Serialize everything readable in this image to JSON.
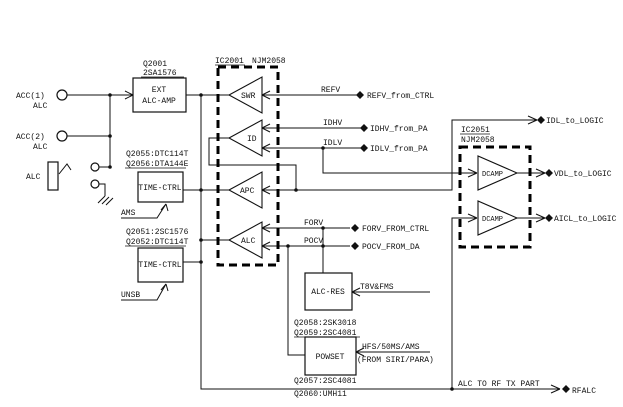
{
  "diagram": {
    "inputs": {
      "acc1_label": "ACC(1)",
      "acc1_sub": "ALC",
      "acc2_label": "ACC(2)",
      "acc2_sub": "ALC",
      "jack_label": "ALC"
    },
    "ext_amp": {
      "ref": "Q2001",
      "part": "2SA1576",
      "name1": "EXT",
      "name2": "ALC-AMP"
    },
    "time_ctrl_1": {
      "ref1": "Q2055:DTC114T",
      "ref2": "Q2056:DTA144E",
      "label": "TIME-CTRL",
      "ctrl": "AMS"
    },
    "time_ctrl_2": {
      "ref1": "Q2051:2SC1576",
      "ref2": "Q2052:DTC114T",
      "label": "TIME-CTRL",
      "ctrl": "UNSB"
    },
    "ic2001": {
      "ref": "IC2001",
      "part": "NJM2058",
      "amp_swr": "SWR",
      "amp_id": "ID",
      "amp_apc": "APC",
      "amp_alc": "ALC"
    },
    "ic2051": {
      "ref": "IC2051",
      "part": "NJM2058",
      "amp1": "DCAMP",
      "amp2": "DCAMP"
    },
    "alc_res": {
      "label": "ALC-RES",
      "input": "T8V&FMS",
      "ref1": "Q2058:2SK3018",
      "ref2": "Q2059:2SC4081"
    },
    "powset": {
      "label": "POWSET",
      "input_line1": "HFS/50MS/AMS",
      "input_line2": "(FROM SIRI/PARA)",
      "ref1": "Q2057:2SC4081",
      "ref2": "Q2060:UMH11"
    },
    "signals": {
      "refv": "REFV",
      "refv_dest": "REFV_from_CTRL",
      "idhv": "IDHV",
      "idhv_dest": "IDHV_from_PA",
      "idlv": "IDLV",
      "idlv_dest": "IDLV_from_PA",
      "forv": "FORV",
      "forv_dest": "FORV_FROM_CTRL",
      "pocv": "POCV",
      "pocv_dest": "POCV_FROM_DA",
      "idl_dest": "IDL_to_LOGIC",
      "vdl_dest": "VDL_to_LOGIC",
      "aicl_dest": "AICL_to_LOGIC",
      "alc_bus": "ALC TO RF TX PART",
      "alc_dest": "RFALC"
    },
    "colors": {
      "line": "#111111",
      "bg": "#ffffff"
    }
  }
}
